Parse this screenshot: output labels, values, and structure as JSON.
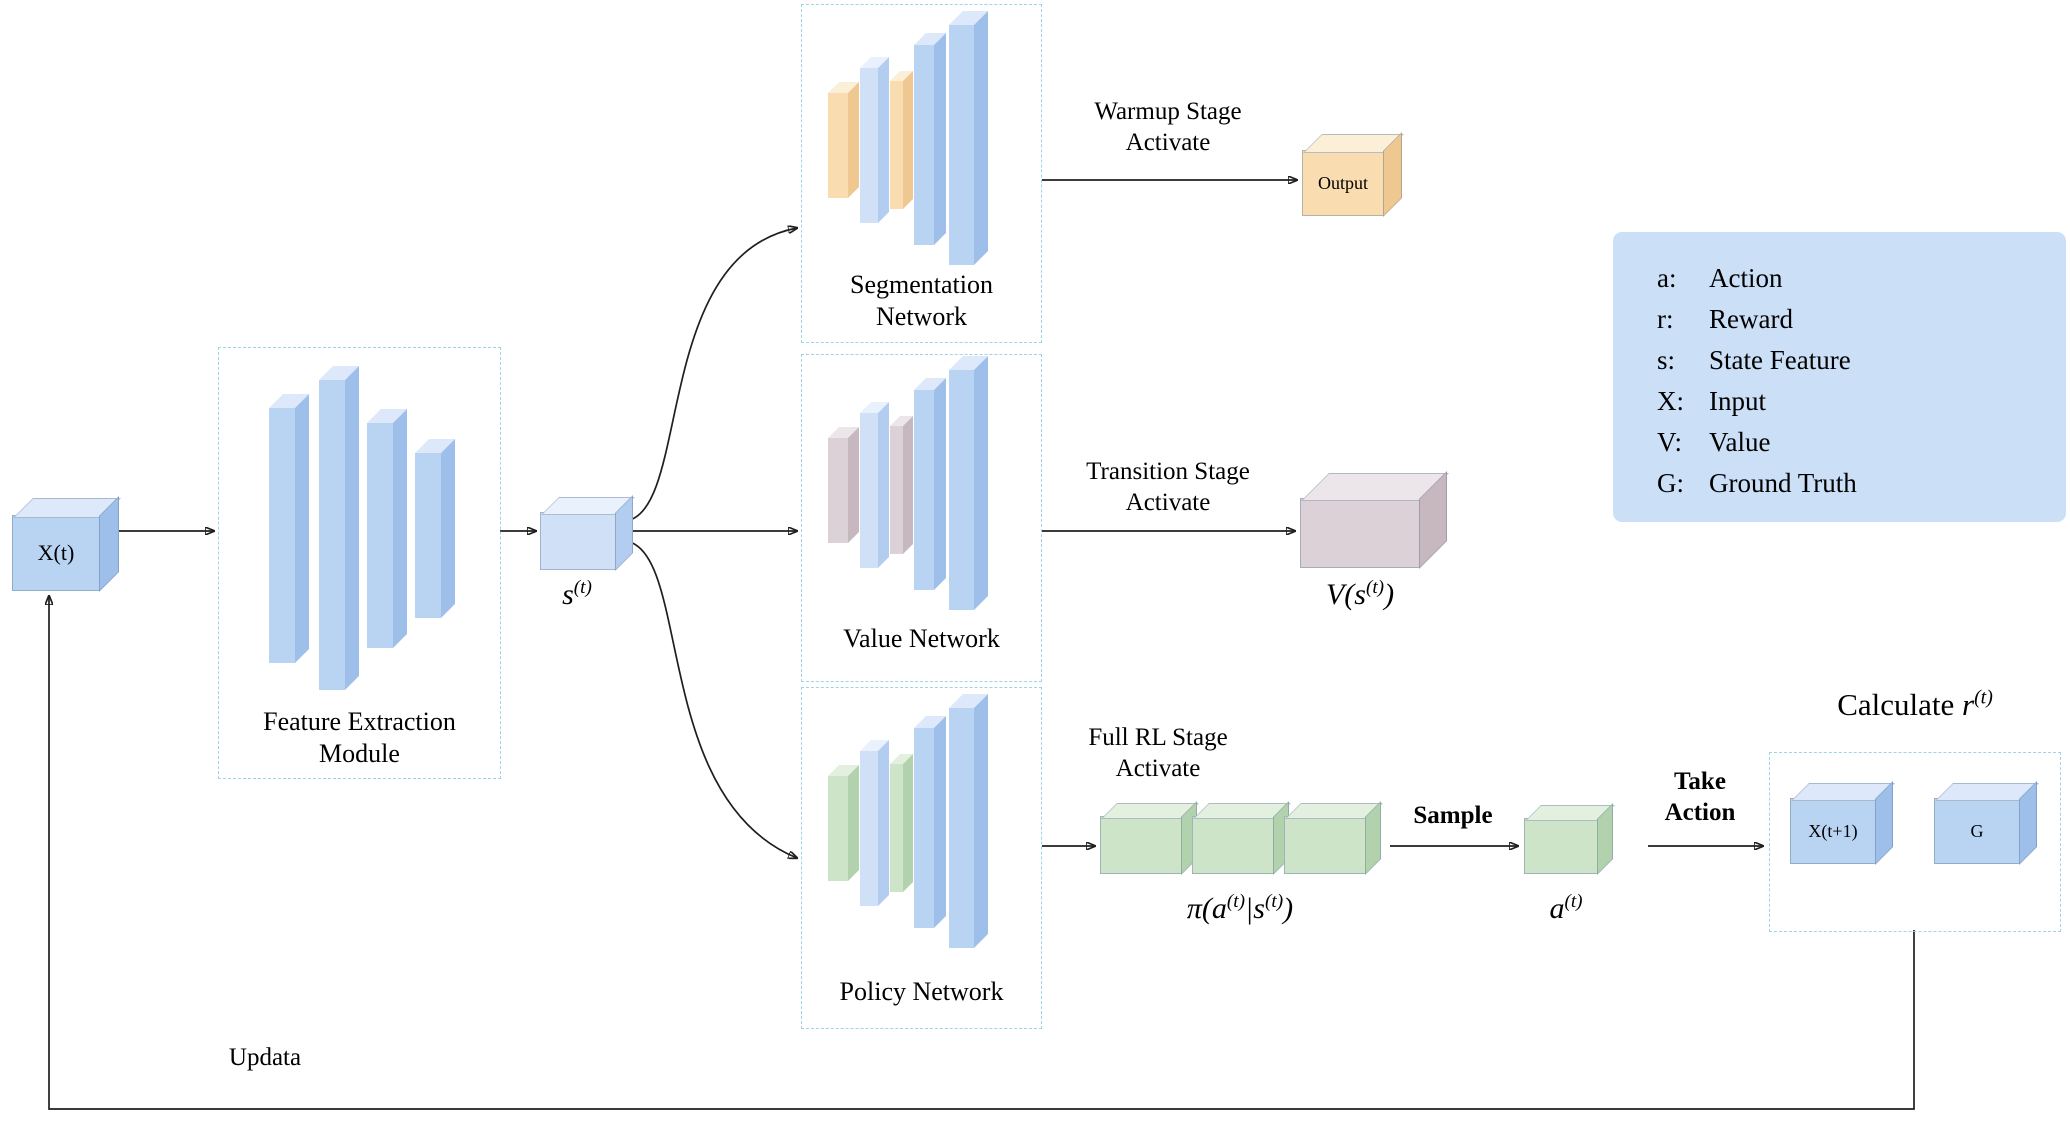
{
  "palette": {
    "cube_blue": "#b9d3f2",
    "cube_light_blue": "#cfe0f7",
    "cube_orange": "#f9ddb0",
    "cube_mauve": "#dcd1d7",
    "cube_green": "#cde4c9",
    "dashed_border": "#9fd4e6",
    "legend_background": "#cbdff7",
    "arrow_color": "#1f1f1f"
  },
  "input": {
    "label": "X(t)"
  },
  "feature_module": {
    "line1": "Feature Extraction",
    "line2": "Module"
  },
  "state": {
    "base": "s",
    "sup": "(t)"
  },
  "segmentation": {
    "line1": "Segmentation",
    "line2": "Network",
    "stage_line1": "Warmup Stage",
    "stage_line2": "Activate",
    "output_label": "Output"
  },
  "value": {
    "title": "Value Network",
    "stage_line1": "Transition Stage",
    "stage_line2": "Activate",
    "out_p1": "V(s",
    "out_sup": "(t)",
    "out_p2": ")"
  },
  "policy": {
    "title": "Policy Network",
    "stage_line1": "Full RL Stage",
    "stage_line2": "Activate",
    "dist_p1": "π(a",
    "dist_sup1": "(t)",
    "dist_p2": "|s",
    "dist_sup2": "(t)",
    "dist_p3": ")",
    "sample_label": "Sample",
    "action_base": "a",
    "action_sup": "(t)",
    "take_line1": "Take",
    "take_line2": "Action"
  },
  "calculate": {
    "prefix": "Calculate ",
    "r": "r",
    "sup": "(t)",
    "x_next": "X(t+1)",
    "ground": "G"
  },
  "update": {
    "label": "Updata"
  },
  "legend": {
    "items": [
      {
        "key": "a:",
        "value": "Action"
      },
      {
        "key": "r:",
        "value": "Reward"
      },
      {
        "key": "s:",
        "value": "State Feature"
      },
      {
        "key": "X:",
        "value": "Input"
      },
      {
        "key": "V:",
        "value": "Value"
      },
      {
        "key": "G:",
        "value": "Ground Truth"
      }
    ]
  }
}
